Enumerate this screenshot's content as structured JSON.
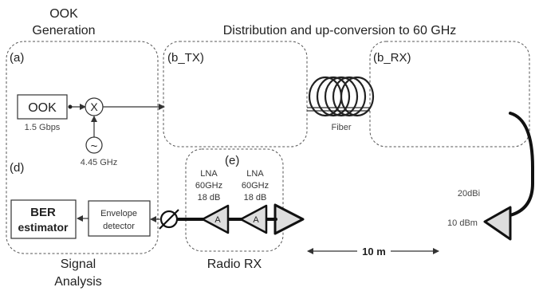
{
  "headings": {
    "ook_generation_line1": "OOK",
    "ook_generation_line2": "Generation",
    "distribution": "Distribution and up-conversion to 60 GHz",
    "signal_analysis_line1": "Signal",
    "signal_analysis_line2": "Analysis",
    "radio_rx": "Radio RX"
  },
  "panels": {
    "a": "(a)",
    "b_tx": "(b_TX)",
    "b_rx": "(b_RX)",
    "d": "(d)",
    "e": "(e)"
  },
  "ook_block": {
    "label": "OOK",
    "rate": "1.5 Gbps"
  },
  "mixer": {
    "symbol": "X"
  },
  "oscillator": {
    "symbol": "~",
    "freq": "4.45 GHz"
  },
  "fiber": {
    "label": "Fiber"
  },
  "ber": {
    "line1": "BER",
    "line2": "estimator"
  },
  "envelope": {
    "line1": "Envelope",
    "line2": "detector"
  },
  "lna1": {
    "l1": "LNA",
    "l2": "60GHz",
    "l3": "18 dB",
    "symbol": "A"
  },
  "lna2": {
    "l1": "LNA",
    "l2": "60GHz",
    "l3": "18 dB",
    "symbol": "A"
  },
  "tx_antenna": {
    "gain": "20dBi",
    "power": "10 dBm"
  },
  "distance": {
    "label": "10 m"
  },
  "icons": [
    "mixer-icon",
    "oscillator-icon",
    "fiber-coil-icon",
    "attenuator-icon",
    "amplifier-icon",
    "horn-antenna-icon",
    "arrow-icon"
  ]
}
